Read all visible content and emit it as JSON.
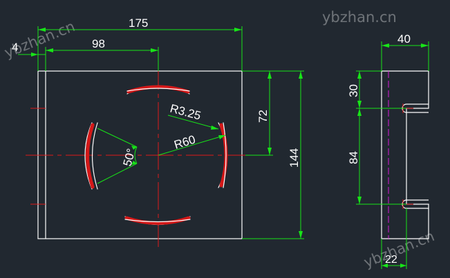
{
  "watermarks": [
    "ybzhan.cn",
    "ybzhan.cn",
    "ybzhan.cn"
  ],
  "dimensions": {
    "overall_width": "175",
    "slot_center_offset": "98",
    "edge_offset": "4",
    "half_height": "72",
    "overall_height": "144",
    "thickness": "40",
    "top_notch": "30",
    "notch_spacing": "84",
    "notch_depth": "22",
    "slot_radius": "R3.25",
    "arc_radius": "R60",
    "arc_angle": "50°"
  },
  "colors": {
    "background": "#212830",
    "outline": "#ffffff",
    "dimension": "#18e418",
    "centerline": "#e01a1a",
    "hidden": "#d81ad8"
  }
}
